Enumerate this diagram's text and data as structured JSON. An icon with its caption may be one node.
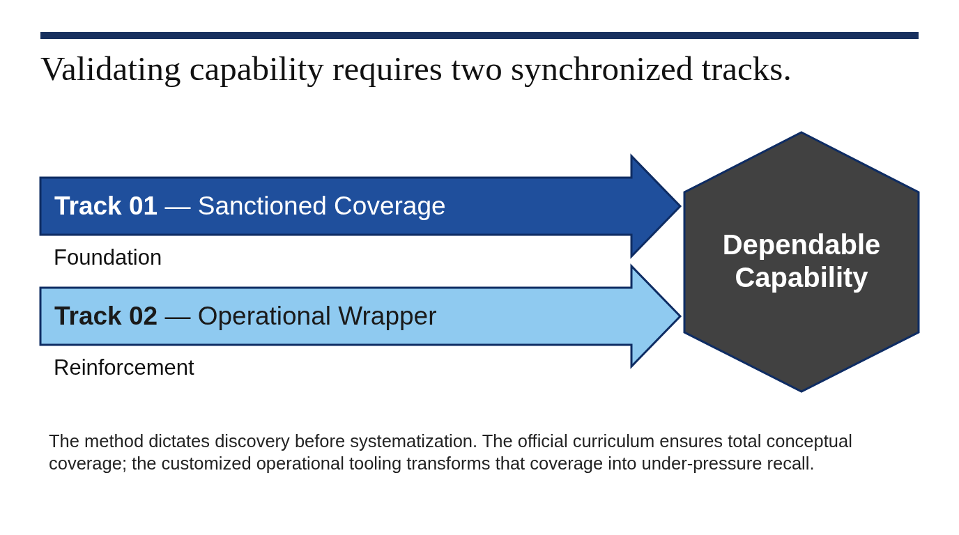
{
  "diagram": {
    "title": "Validating capability requires two synchronized tracks.",
    "nodes": [
      {
        "text": [
          "**Track 01** — Sanctioned Coverage"
        ],
        "beside": [
          "Foundation"
        ]
      },
      {
        "text": [
          "**Track 02** — Operational Wrapper"
        ],
        "beside": [
          "Reinforcement"
        ]
      },
      {
        "text": [
          "Dependable Capability"
        ]
      }
    ],
    "caption": "The method dictates discovery before systematization. The official curriculum ensures total conceptual coverage; the customized operational tooling transforms that coverage into under-pressure recall."
  }
}
